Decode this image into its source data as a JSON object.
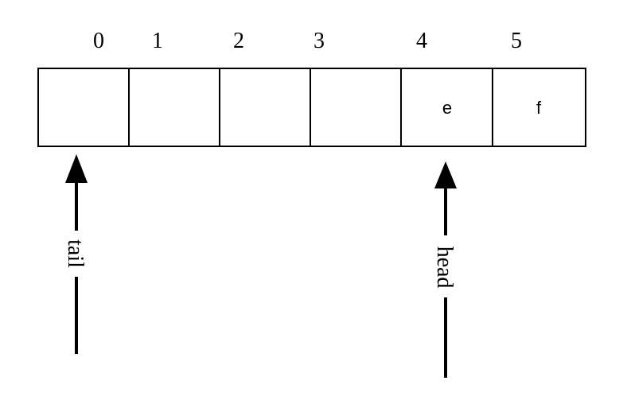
{
  "array": {
    "cells": [
      {
        "index": "0",
        "value": ""
      },
      {
        "index": "1",
        "value": ""
      },
      {
        "index": "2",
        "value": ""
      },
      {
        "index": "3",
        "value": ""
      },
      {
        "index": "4",
        "value": "e"
      },
      {
        "index": "5",
        "value": "f"
      }
    ]
  },
  "pointers": {
    "tail": {
      "label": "tail",
      "target_index": 0
    },
    "head": {
      "label": "head",
      "target_index": 4
    }
  }
}
